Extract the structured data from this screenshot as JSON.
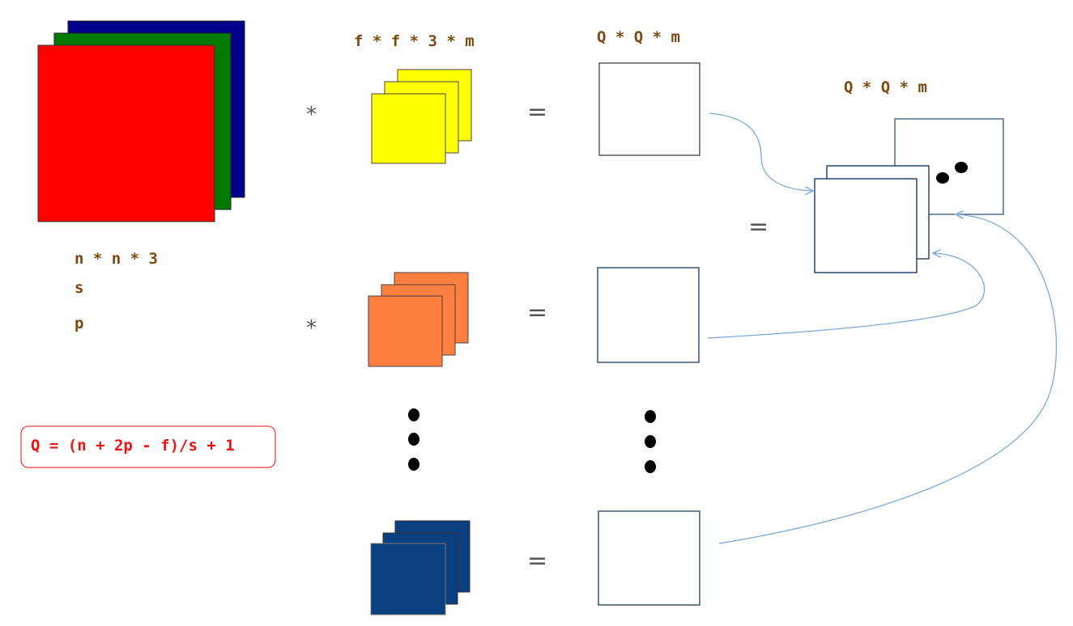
{
  "labels": {
    "input_dims": "n * n * 3",
    "stride": "s",
    "padding": "p",
    "filter_dims": "f * f * 3 * m",
    "output_dims": "Q * Q * m",
    "stacked_output_dims": "Q * Q * m"
  },
  "operators": {
    "conv_1": "*",
    "conv_2": "*",
    "eq_1": "=",
    "eq_2": "=",
    "eq_3": "=",
    "eq_stack": "="
  },
  "formula": "Q = (n + 2p - f)/s + 1",
  "colors": {
    "input_red": "#ff0000",
    "input_green": "#007a00",
    "input_blue": "#00008b",
    "filter_yellow": "#ffff00",
    "filter_orange": "#ff7f40",
    "filter_navy": "#0a3f80",
    "arrow": "#7aaad8",
    "label": "#7a4a12",
    "formula": "#ee1111"
  },
  "icons": {
    "ellipsis_vertical": "ellipsis-dots-icon"
  }
}
